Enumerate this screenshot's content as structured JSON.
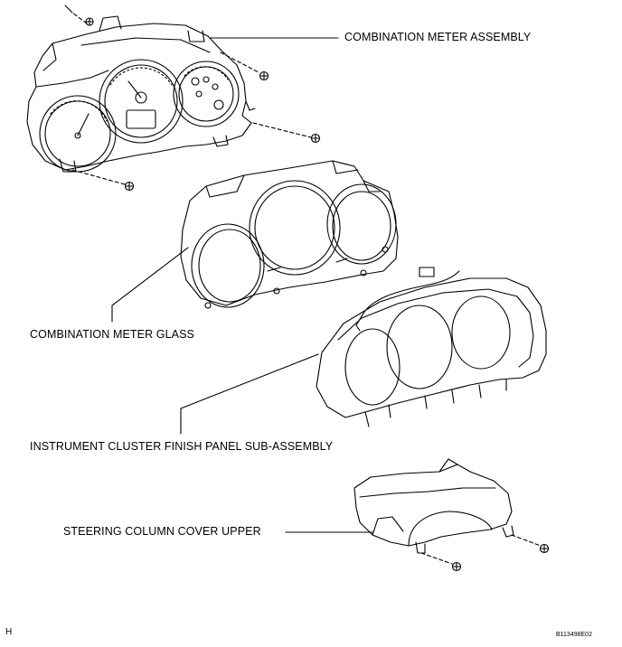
{
  "labels": {
    "combination_meter_assembly": "COMBINATION METER ASSEMBLY",
    "combination_meter_glass": "COMBINATION METER GLASS",
    "instrument_cluster_finish_panel": "INSTRUMENT CLUSTER FINISH PANEL SUB-ASSEMBLY",
    "steering_column_cover_upper": "STEERING COLUMN COVER UPPER"
  },
  "corner": {
    "left_code": "H",
    "figure_id": "B113498E02"
  },
  "colors": {
    "line": "#000000",
    "background": "#ffffff"
  }
}
